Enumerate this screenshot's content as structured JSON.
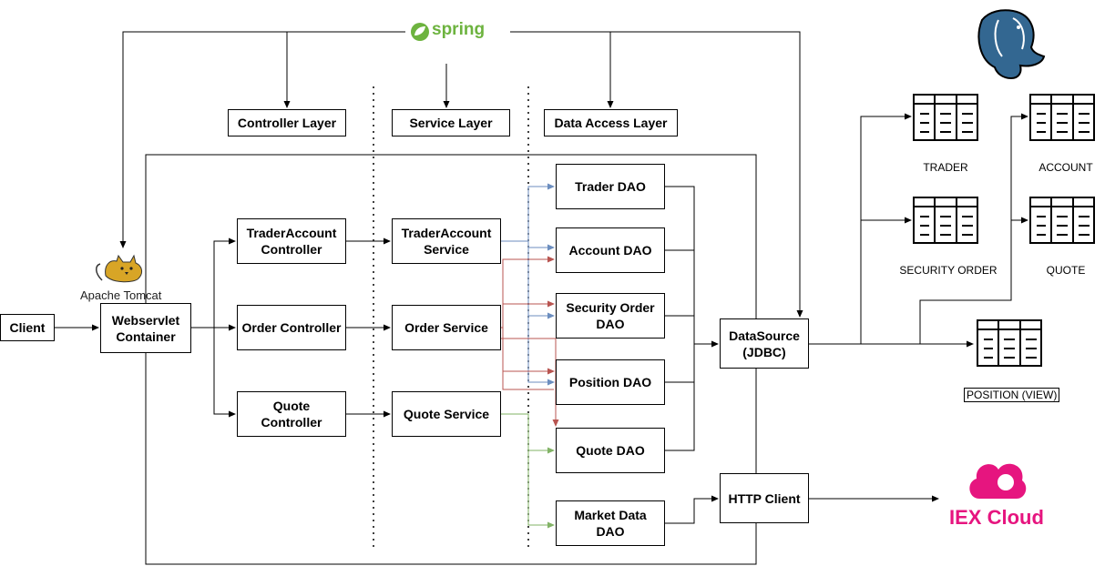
{
  "logos": {
    "spring": "spring",
    "tomcat": "Apache Tomcat",
    "iex": "IEX Cloud"
  },
  "layers": {
    "controller": "Controller Layer",
    "service": "Service Layer",
    "data_access": "Data Access Layer"
  },
  "nodes": {
    "client": "Client",
    "webservlet": "Webservlet\nContainer",
    "trader_account_controller": "TraderAccount\nController",
    "order_controller": "Order Controller",
    "quote_controller": "Quote\nController",
    "trader_account_service": "TraderAccount\nService",
    "order_service": "Order Service",
    "quote_service": "Quote Service",
    "trader_dao": "Trader DAO",
    "account_dao": "Account DAO",
    "security_order_dao": "Security Order\nDAO",
    "position_dao": "Position DAO",
    "quote_dao": "Quote DAO",
    "market_data_dao": "Market Data\nDAO",
    "datasource": "DataSource\n(JDBC)",
    "http_client": "HTTP Client"
  },
  "tables": {
    "trader": "TRADER",
    "account": "ACCOUNT",
    "security_order": "SECURITY ORDER",
    "quote": "QUOTE",
    "position": "POSITION (VIEW)"
  },
  "colors": {
    "spring_green": "#6db33f",
    "iex_pink": "#e6157f",
    "postgres_blue": "#336791",
    "arrow_blue": "#6c8ebf",
    "arrow_red": "#b85450",
    "arrow_green": "#82b366"
  }
}
